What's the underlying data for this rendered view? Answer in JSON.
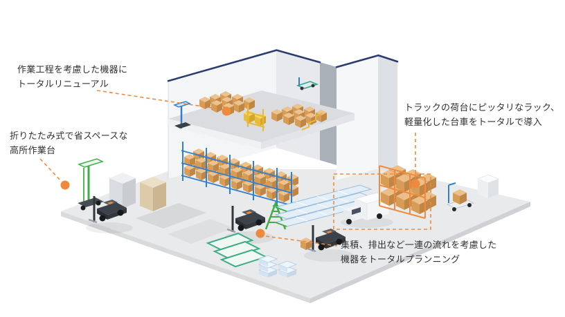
{
  "colors": {
    "accent_orange": "#EF8A3D",
    "edge_navy": "#2B3D6E",
    "rack_blue": "#2F7FD0",
    "crate_tan": "#D79C55",
    "equipment_green": "#3FAE49",
    "frame_orange": "#F08A3C",
    "floor_gray": "#E9EAEB",
    "wall_gray": "#F4F5F7"
  },
  "annotations": [
    {
      "id": "total-renewal",
      "text": "作業工程を考慮した機器に\nトータルリニューアル"
    },
    {
      "id": "folding-platform",
      "text": "折りたたみ式で省スペースな\n高所作業台"
    },
    {
      "id": "truck-rack",
      "text": "トラックの荷台にピッタリなラック、\n軽量化した台車をトータルで導入"
    },
    {
      "id": "total-planning",
      "text": "集積、排出など一連の流れを考慮した\n機器をトータルプランニング"
    }
  ],
  "illustration": {
    "elements": [
      "warehouse-building",
      "mezzanine-floor",
      "pallet-rack",
      "cardboard-boxes",
      "order-picker-lift",
      "forklift",
      "mast-lift",
      "step-ladder",
      "pipe-rack-frames",
      "stacked-containers",
      "roller-conveyor",
      "delivery-truck",
      "orange-rack",
      "platform-cart"
    ]
  }
}
